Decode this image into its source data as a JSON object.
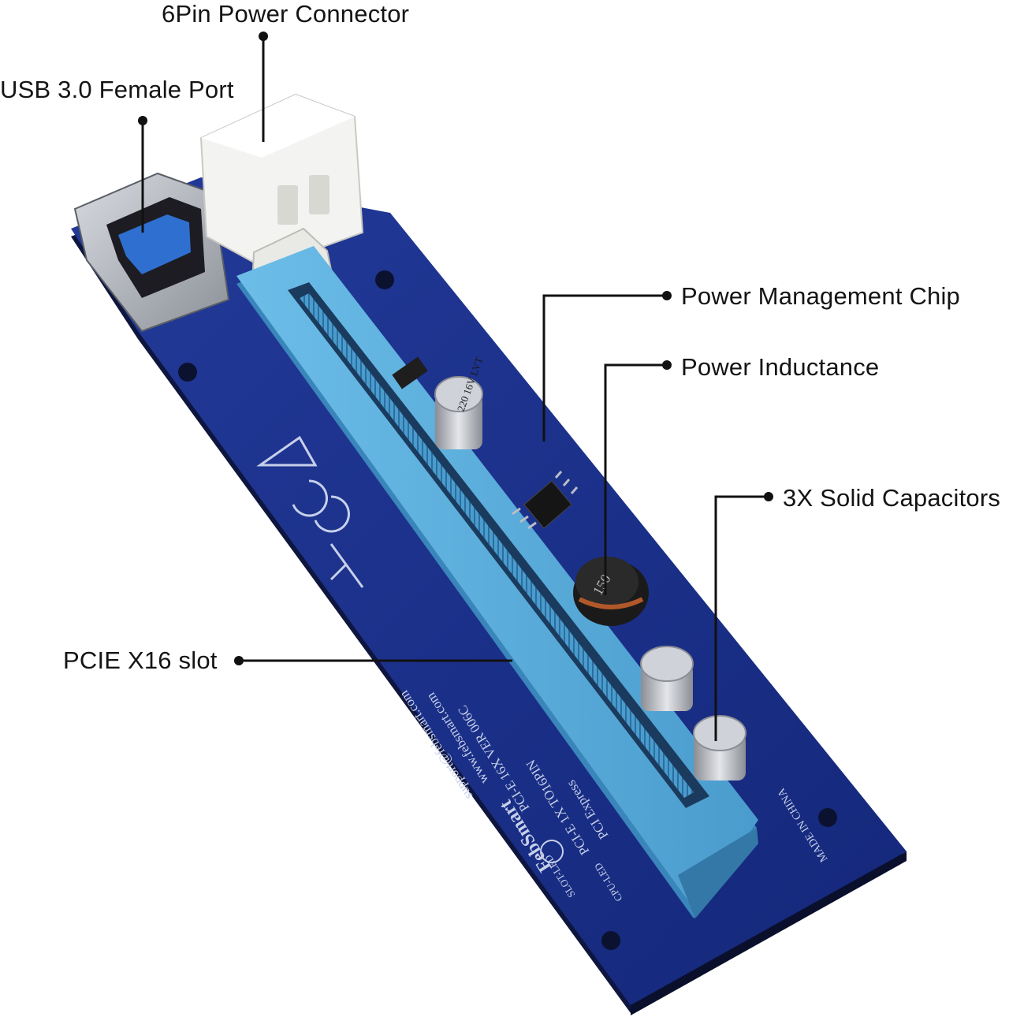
{
  "callouts": {
    "power_connector": "6Pin Power Connector",
    "usb_port": "USB 3.0 Female Port",
    "power_chip": "Power Management Chip",
    "inductance": "Power Inductance",
    "capacitors": "3X Solid Capacitors",
    "pcie_slot": "PCIE X16 slot"
  },
  "board_print": {
    "brand": "FebSmart",
    "line1": "PCI-E 1X TO",
    "line2": "PCI Express",
    "line3": "PCI-E 16X VER 006C",
    "line4": "16PIN",
    "website": "www.febsmart.com",
    "email": "support@febsmart.com",
    "made_in": "MADE IN CHINA",
    "led1": "SLOT-LED",
    "led2": "CPU-LED",
    "cap_text": "220 16V LVT",
    "inductor_text": "150"
  },
  "colors": {
    "pcb": "#1a2f8a",
    "slot": "#5aaedc",
    "label_text": "#141414"
  }
}
